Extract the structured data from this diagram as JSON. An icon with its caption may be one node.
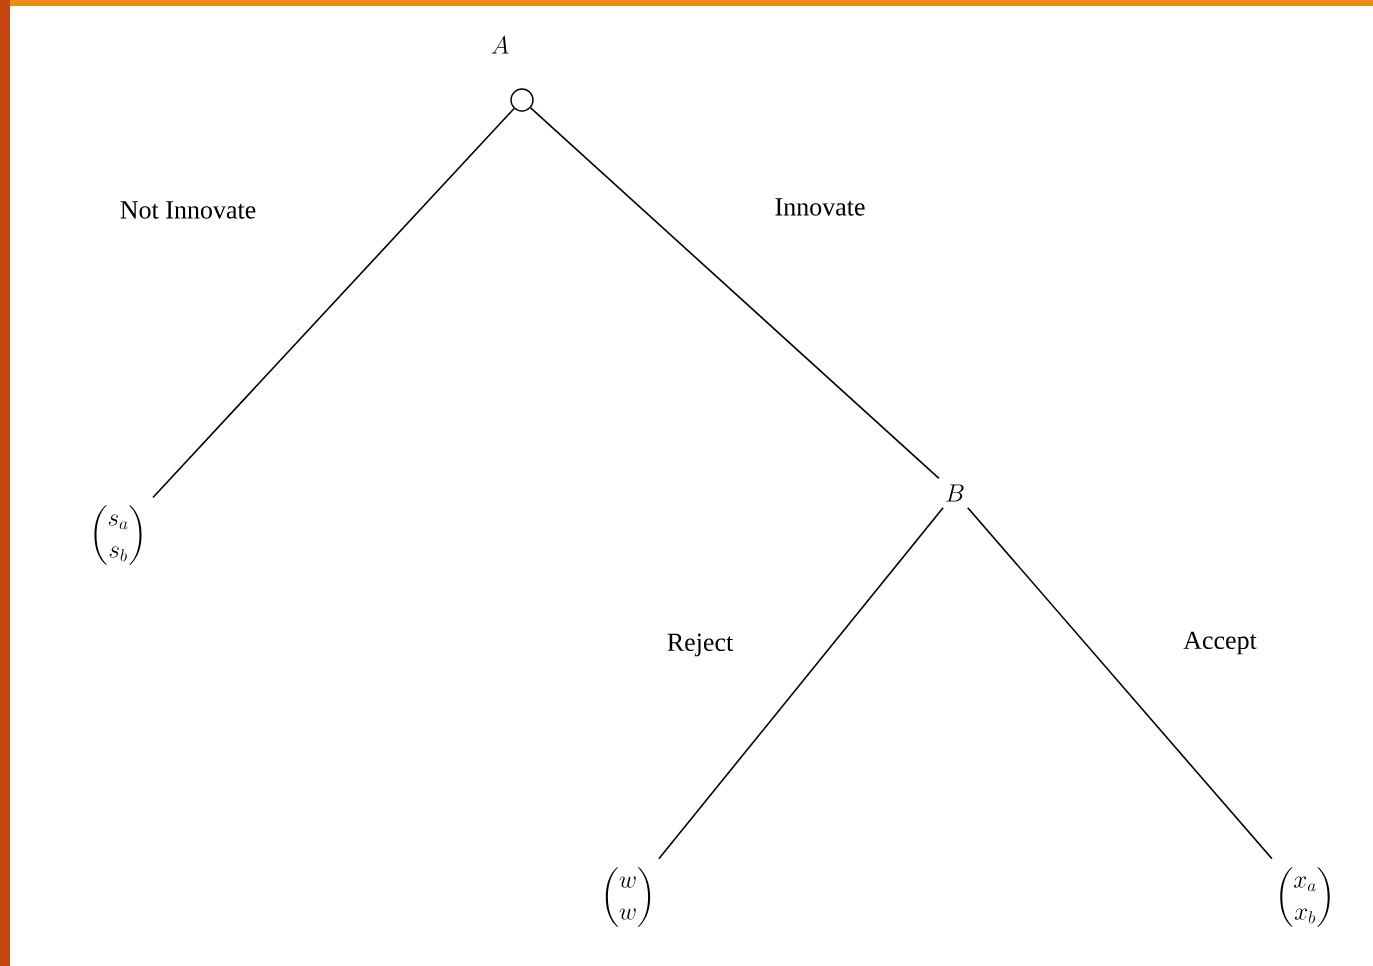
{
  "diagram": {
    "nodes": [
      {
        "text": [
          "A"
        ]
      },
      {
        "text": [
          "\\begin{pmatrix} s_a \\\\ s_b \\end{pmatrix}"
        ]
      },
      {
        "text": [
          "B"
        ]
      },
      {
        "text": [
          "\\begin{pmatrix} w \\\\ w \\end{pmatrix}"
        ]
      },
      {
        "text": [
          "\\begin{pmatrix} x_a \\\\ x_b \\end{pmatrix}"
        ]
      }
    ],
    "edges": [
      {
        "from": 0,
        "to": 1,
        "arrow": "none",
        "label": "Not Innovate"
      },
      {
        "from": 0,
        "to": 2,
        "arrow": "none",
        "label": "Innovate"
      },
      {
        "from": 2,
        "to": 3,
        "arrow": "none",
        "label": "Reject"
      },
      {
        "from": 2,
        "to": 4,
        "arrow": "none",
        "label": "Accept"
      }
    ]
  }
}
